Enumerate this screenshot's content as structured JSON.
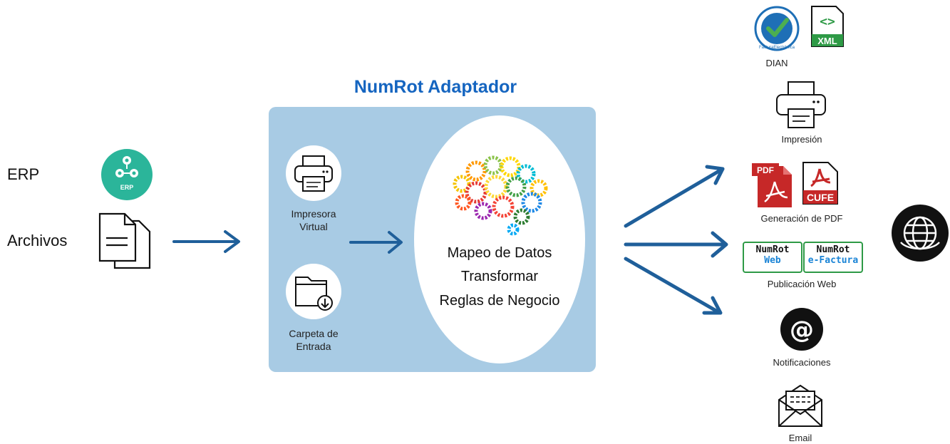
{
  "left": {
    "erp_label": "ERP",
    "erp_icon_text": "ERP",
    "files_label": "Archivos"
  },
  "adapter": {
    "title": "NumRot Adaptador",
    "printer_label_line1": "Impresora",
    "printer_label_line2": "Virtual",
    "folder_label_line1": "Carpeta de",
    "folder_label_line2": "Entrada",
    "engine_lines": [
      "Mapeo de Datos",
      "Transformar",
      "Reglas de Negocio"
    ]
  },
  "outputs": {
    "dian": {
      "label": "DIAN",
      "xml_text": "XML",
      "xml_code": "<>",
      "seal_text": "FacturaElectrónica"
    },
    "print": {
      "label": "Impresión"
    },
    "pdf": {
      "label": "Generación de PDF",
      "pdf_tag": "PDF",
      "cufe_tag": "CUFE"
    },
    "web": {
      "label": "Publicación Web",
      "badge1_line1": "NumRot",
      "badge1_line2": "Web",
      "badge2_line1": "NumRot",
      "badge2_line2": "e-Factura"
    },
    "notify": {
      "label": "Notificaciones",
      "symbol": "@"
    },
    "email": {
      "label": "Email"
    }
  },
  "colors": {
    "arrow": "#1f5f9a",
    "panel": "#a8cbe4",
    "title": "#1565c0",
    "erp_green": "#2bb59a",
    "pdf_red": "#c62828",
    "badge_green": "#2e9a46",
    "badge_blue": "#1a84d6"
  },
  "icons": [
    "erp-icon",
    "document-icon",
    "printer-icon",
    "folder-download-icon",
    "brain-gears-icon",
    "dian-seal-icon",
    "xml-file-icon",
    "pdf-file-icon",
    "cufe-file-icon",
    "at-sign-icon",
    "envelope-icon",
    "globe-icon"
  ]
}
